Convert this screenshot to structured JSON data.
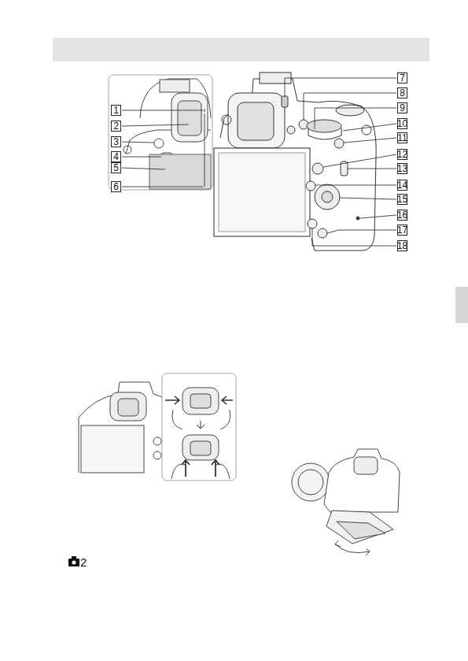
{
  "diagram": {
    "labels": [
      "1",
      "2",
      "3",
      "4",
      "5",
      "6",
      "7",
      "8",
      "9",
      "10",
      "11",
      "12",
      "13",
      "14",
      "15",
      "16",
      "17",
      "18",
      "2"
    ]
  }
}
